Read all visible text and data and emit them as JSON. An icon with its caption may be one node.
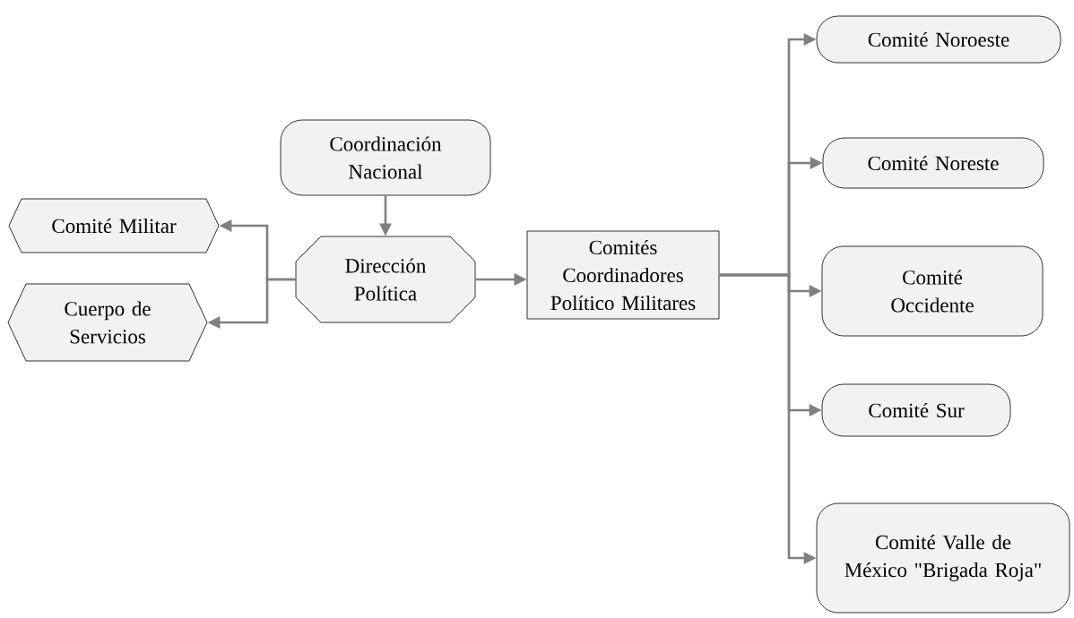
{
  "diagram": {
    "nodes": [
      {
        "text": [
          "Coordinación Nacional"
        ]
      },
      {
        "text": [
          "Dirección Política"
        ]
      },
      {
        "text": [
          "Comité Militar"
        ]
      },
      {
        "text": [
          "Cuerpo de Servicios"
        ]
      },
      {
        "text": [
          "Comités Coordinadores Político Militares"
        ]
      },
      {
        "text": [
          "Comité Noroeste"
        ]
      },
      {
        "text": [
          "Comité Noreste"
        ]
      },
      {
        "text": [
          "Comité Occidente"
        ]
      },
      {
        "text": [
          "Comité Sur"
        ]
      },
      {
        "text": [
          "Comité Valle de México \"Brigada Roja\""
        ]
      }
    ],
    "edges": [
      {
        "from": 0,
        "to": 1,
        "arrow": "to"
      },
      {
        "from": 1,
        "to": 2,
        "arrow": "to"
      },
      {
        "from": 1,
        "to": 3,
        "arrow": "to"
      },
      {
        "from": 1,
        "to": 4,
        "arrow": "to"
      },
      {
        "from": 4,
        "to": 5,
        "arrow": "to"
      },
      {
        "from": 4,
        "to": 6,
        "arrow": "to"
      },
      {
        "from": 4,
        "to": 7,
        "arrow": "to"
      },
      {
        "from": 4,
        "to": 8,
        "arrow": "to"
      },
      {
        "from": 4,
        "to": 9,
        "arrow": "to"
      }
    ]
  }
}
